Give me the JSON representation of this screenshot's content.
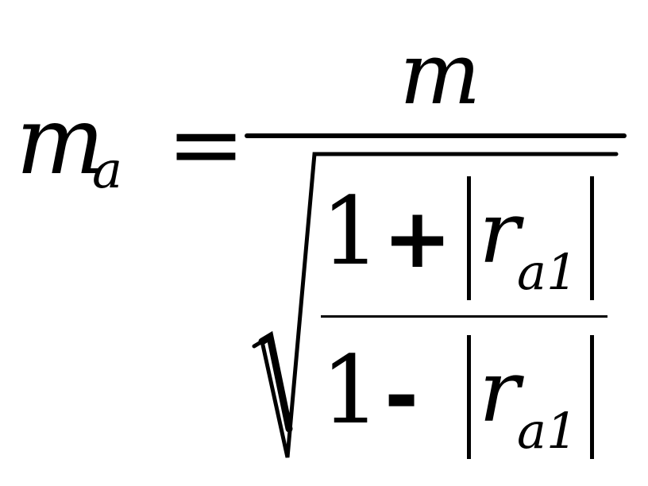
{
  "formula": {
    "lhs": {
      "symbol": "m",
      "subscript": "a"
    },
    "equals": "=",
    "numerator": "m",
    "radical": {
      "numerator": {
        "one": "1",
        "operator": "+",
        "variable": "r",
        "subscript": "a1"
      },
      "denominator": {
        "one": "1",
        "operator": "-",
        "variable": "r",
        "subscript": "a1"
      }
    }
  }
}
